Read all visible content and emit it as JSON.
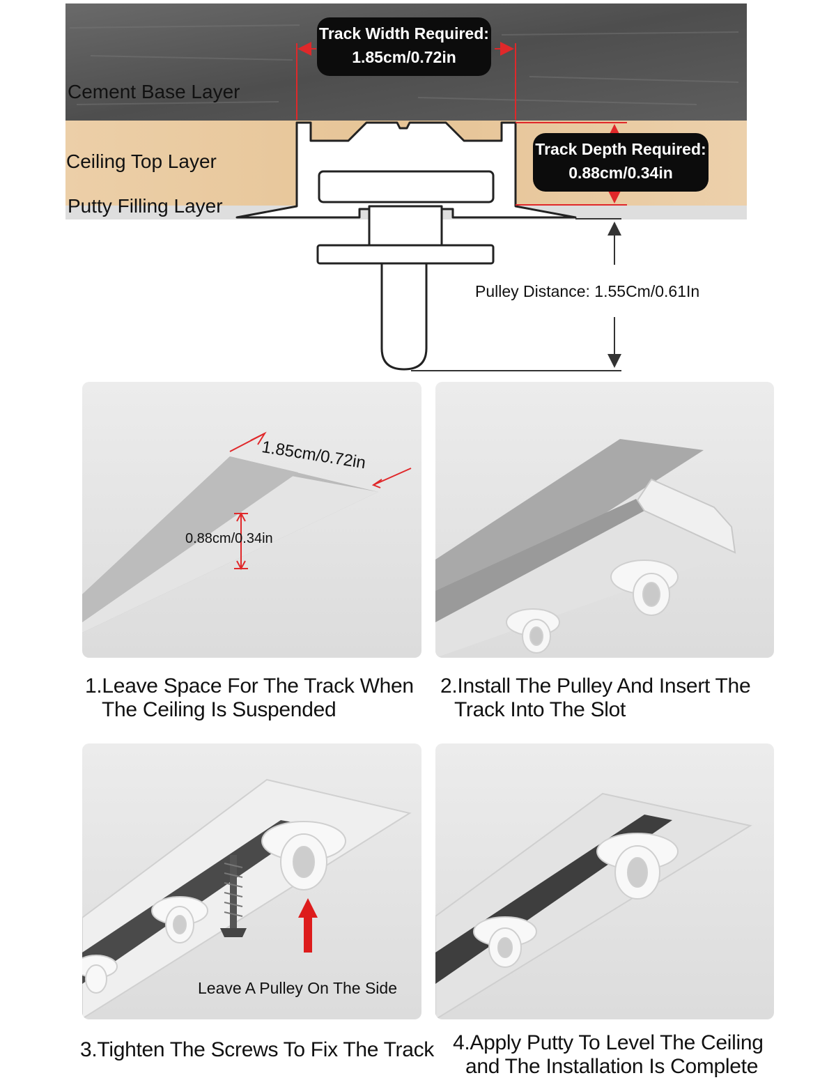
{
  "cross_section": {
    "layers": {
      "cement": "Cement Base Layer",
      "ceiling": "Ceiling Top Layer",
      "putty": "Putty Filling Layer"
    },
    "track_width": {
      "line1": "Track Width Required:",
      "line2": "1.85cm/0.72in"
    },
    "track_depth": {
      "line1": "Track Depth Required:",
      "line2": "0.88cm/0.34in"
    },
    "pulley_distance": "Pulley Distance: 1.55Cm/0.61In",
    "colors": {
      "cement": "#5a5a5a",
      "wood": "#e8c9a0",
      "dimension_red": "#e0282a",
      "label_bg": "#0c0c0c"
    }
  },
  "steps": [
    {
      "caption_line1": "1.Leave Space For The Track When",
      "caption_line2": "The Ceiling Is Suspended",
      "dim_width": "1.85cm/0.72in",
      "dim_depth": "0.88cm/0.34in"
    },
    {
      "caption_line1": "2.Install The Pulley And Insert The",
      "caption_line2": "Track Into The Slot"
    },
    {
      "caption_line1": "3.Tighten The Screws To Fix The Track",
      "note": "Leave A Pulley On The Side"
    },
    {
      "caption_line1": "4.Apply Putty To Level The Ceiling",
      "caption_line2": "and The Installation Is Complete"
    }
  ]
}
